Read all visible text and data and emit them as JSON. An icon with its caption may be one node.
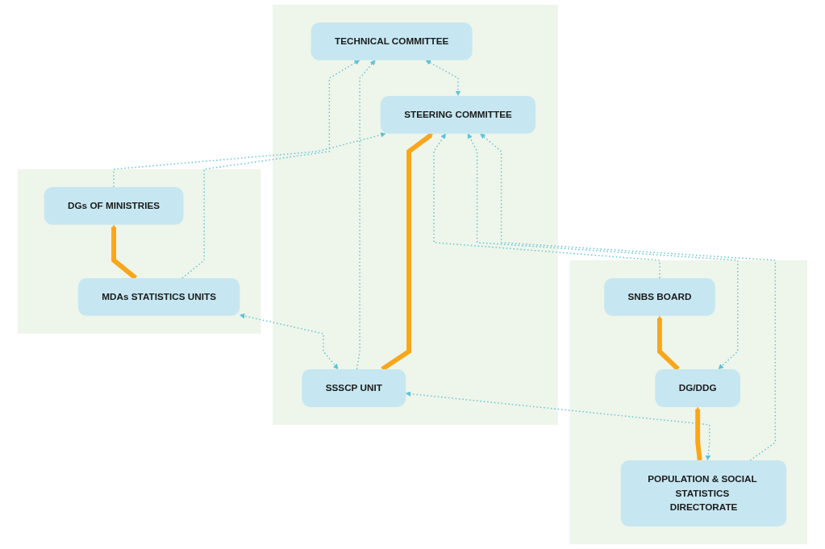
{
  "diagram": {
    "nodes": [
      {
        "text": [],
        "shape": "box"
      },
      {
        "text": [
          "SNBS BOARD"
        ],
        "in": 0
      },
      {
        "text": [
          "DG/DDG"
        ],
        "in": 0
      },
      {
        "text": [
          "POPULATION & SOCIAL STATISTICS DIRECTORATE"
        ],
        "in": 0
      },
      {
        "text": [],
        "shape": "box"
      },
      {
        "text": [
          "STEERING COMMITTEE"
        ],
        "in": 4
      },
      {
        "text": [
          "TECHNICAL COMMITTEE"
        ],
        "in": 4
      },
      {
        "text": [
          "SSSCP UNIT"
        ],
        "in": 4
      },
      {
        "text": [],
        "shape": "box"
      },
      {
        "text": [
          "DGs OF MINISTRIES"
        ],
        "in": 8
      },
      {
        "text": [
          "MDAs STATISTICS UNITS"
        ],
        "in": 8
      }
    ],
    "edges": [
      {
        "from": 1,
        "to": 5,
        "arrow": "to",
        "style": "dashed"
      },
      {
        "from": 9,
        "to": 5,
        "arrow": "to",
        "style": "dashed"
      },
      {
        "from": 2,
        "to": 5,
        "arrow": "both",
        "style": "dashed"
      },
      {
        "from": 3,
        "to": 5,
        "arrow": "to",
        "style": "dashed"
      },
      {
        "from": 7,
        "to": 5,
        "arrow": "to",
        "style": "thick",
        "color": "#f9a61a"
      },
      {
        "from": 5,
        "to": 6,
        "arrow": "both",
        "style": "dashed"
      },
      {
        "from": 7,
        "to": 6,
        "arrow": "to",
        "style": "dashed"
      },
      {
        "from": 10,
        "to": 6,
        "arrow": "to",
        "style": "dashed"
      },
      {
        "from": 3,
        "to": 7,
        "arrow": "both",
        "style": "dashed"
      },
      {
        "from": 7,
        "to": 10,
        "arrow": "both",
        "style": "dashed"
      },
      {
        "from": 2,
        "to": 1,
        "arrow": "to",
        "style": "thick",
        "color": "#f9a61a"
      },
      {
        "from": 3,
        "to": 2,
        "arrow": "to",
        "style": "thick",
        "color": "#f9a61a"
      },
      {
        "from": 10,
        "to": 9,
        "arrow": "to",
        "style": "thick",
        "color": "#f9a61a"
      }
    ]
  }
}
